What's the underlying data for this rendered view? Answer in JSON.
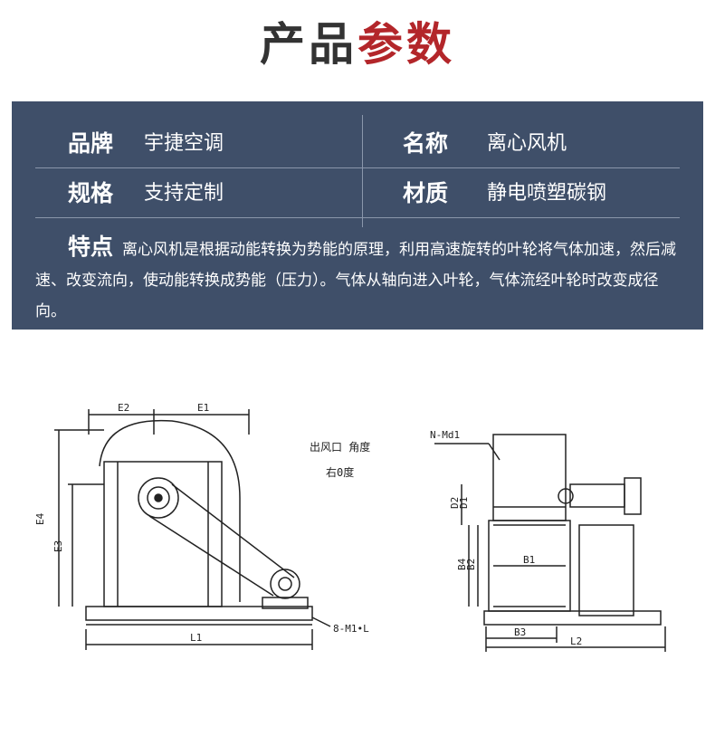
{
  "header": {
    "title_part1": "产品",
    "title_part2": "参数"
  },
  "specs": {
    "brand_key": "品牌",
    "brand_val": "宇捷空调",
    "name_key": "名称",
    "name_val": "离心风机",
    "spec_key": "规格",
    "spec_val": "支持定制",
    "material_key": "材质",
    "material_val": "静电喷塑碳钢"
  },
  "features": {
    "key": "特点",
    "text": "离心风机是根据动能转换为势能的原理，利用高速旋转的叶轮将气体加速，然后减速、改变流向，使动能转换成势能（压力）。气体从轴向进入叶轮，气体流经叶轮时改变成径向。"
  },
  "drawing": {
    "outlet_note_line1": "出风口 角度",
    "outlet_note_line2": "右0度",
    "labels": {
      "e2": "E2",
      "e1": "E1",
      "e4": "E4",
      "e3": "E3",
      "l1": "L1",
      "hole_note": "8-M1•L",
      "nmd": "N-Md1",
      "d2": "D2",
      "d1": "D1",
      "b4": "B4",
      "b2": "B2",
      "b1": "B1",
      "b3": "B3",
      "l2": "L2"
    }
  }
}
